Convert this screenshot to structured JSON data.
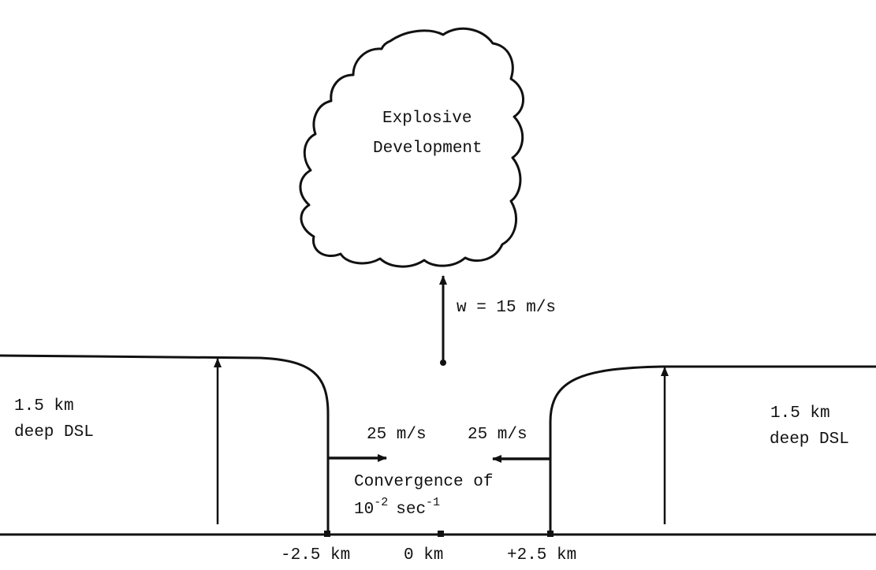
{
  "cloud": {
    "line1": "Explosive",
    "line2": "Development"
  },
  "updraft": {
    "label": "w = 15 m/s"
  },
  "left_region": {
    "line1": "1.5 km",
    "line2": "deep DSL"
  },
  "right_region": {
    "line1": "1.5 km",
    "line2": "deep DSL"
  },
  "flow": {
    "left_speed": "25 m/s",
    "right_speed": "25 m/s"
  },
  "convergence": {
    "line1": "Convergence of",
    "base": "10",
    "exp": "-2",
    "unit": "sec",
    "unit_exp": "-1"
  },
  "axis": {
    "left_tick": "-2.5 km",
    "center_tick": "0 km",
    "right_tick": "+2.5 km"
  },
  "colors": {
    "ink": "#111111",
    "background": "#ffffff"
  }
}
